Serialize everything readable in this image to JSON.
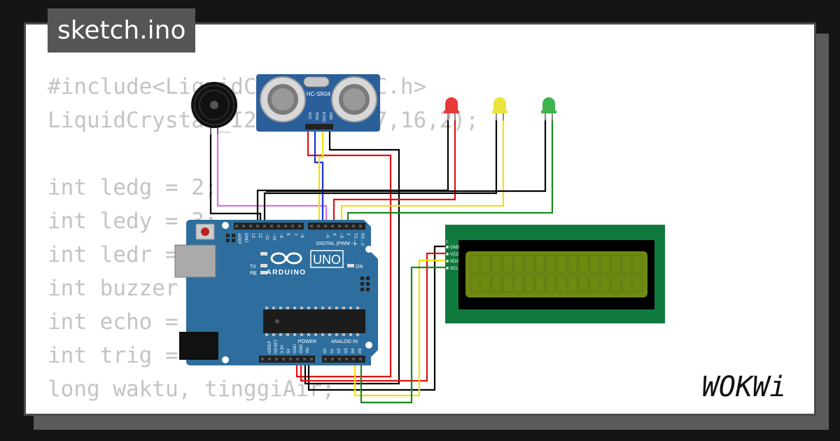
{
  "tab": {
    "title": "sketch.ino"
  },
  "code_lines": [
    "#include<LiquidCrystal_I2C.h>",
    "LiquidCrystal_I2C lcd(0x27,16,2);",
    "",
    "int ledg = 2;",
    "int ledy = 3;",
    "int ledr = 4;",
    "int buzzer = 5;",
    "int echo = 6;",
    "int trig = 7;",
    "long waktu, tinggiAir;"
  ],
  "sensor": {
    "label": "HC-SR04",
    "pins": [
      "VCC",
      "TRIG",
      "ECHO",
      "GND"
    ]
  },
  "arduino": {
    "brand": "ARDUINO",
    "model": "UNO",
    "on_label": "ON",
    "l_label": "L",
    "tx_label": "TX",
    "rx_label": "RX",
    "digital_label": "DIGITAL (PWM ~)",
    "power_label": "POWER",
    "analog_label": "ANALOG IN",
    "top_pins": [
      "AREF",
      "GND",
      "13",
      "12",
      "~11",
      "~10",
      "~9",
      "8",
      "7",
      "~6",
      "~5",
      "4",
      "~3",
      "2",
      "TX→1",
      "RX←0"
    ],
    "bottom_pins": [
      "IOREF",
      "RESET",
      "3.3V",
      "5V",
      "GND",
      "GND",
      "Vin",
      "A0",
      "A1",
      "A2",
      "A3",
      "A4",
      "A5"
    ]
  },
  "lcd": {
    "pins": [
      "GND",
      "VCC",
      "SDA",
      "SCL"
    ],
    "pin1_label": "1"
  },
  "logo": "WOKWi",
  "colors": {
    "board": "#2d6e9e",
    "led_red": "#e83a3a",
    "led_yellow": "#e9e33b",
    "led_green": "#3fb34f",
    "lcd_pcb": "#107a3e",
    "lcd_screen": "#6f8a12"
  }
}
